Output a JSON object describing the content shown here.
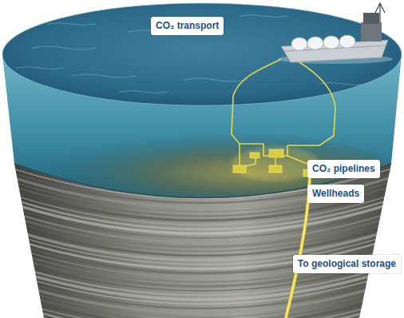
{
  "diagram": {
    "labels": [
      "CO₂ transport",
      "CO₂ pipelines",
      "Wellheads",
      "To geological storage"
    ]
  }
}
